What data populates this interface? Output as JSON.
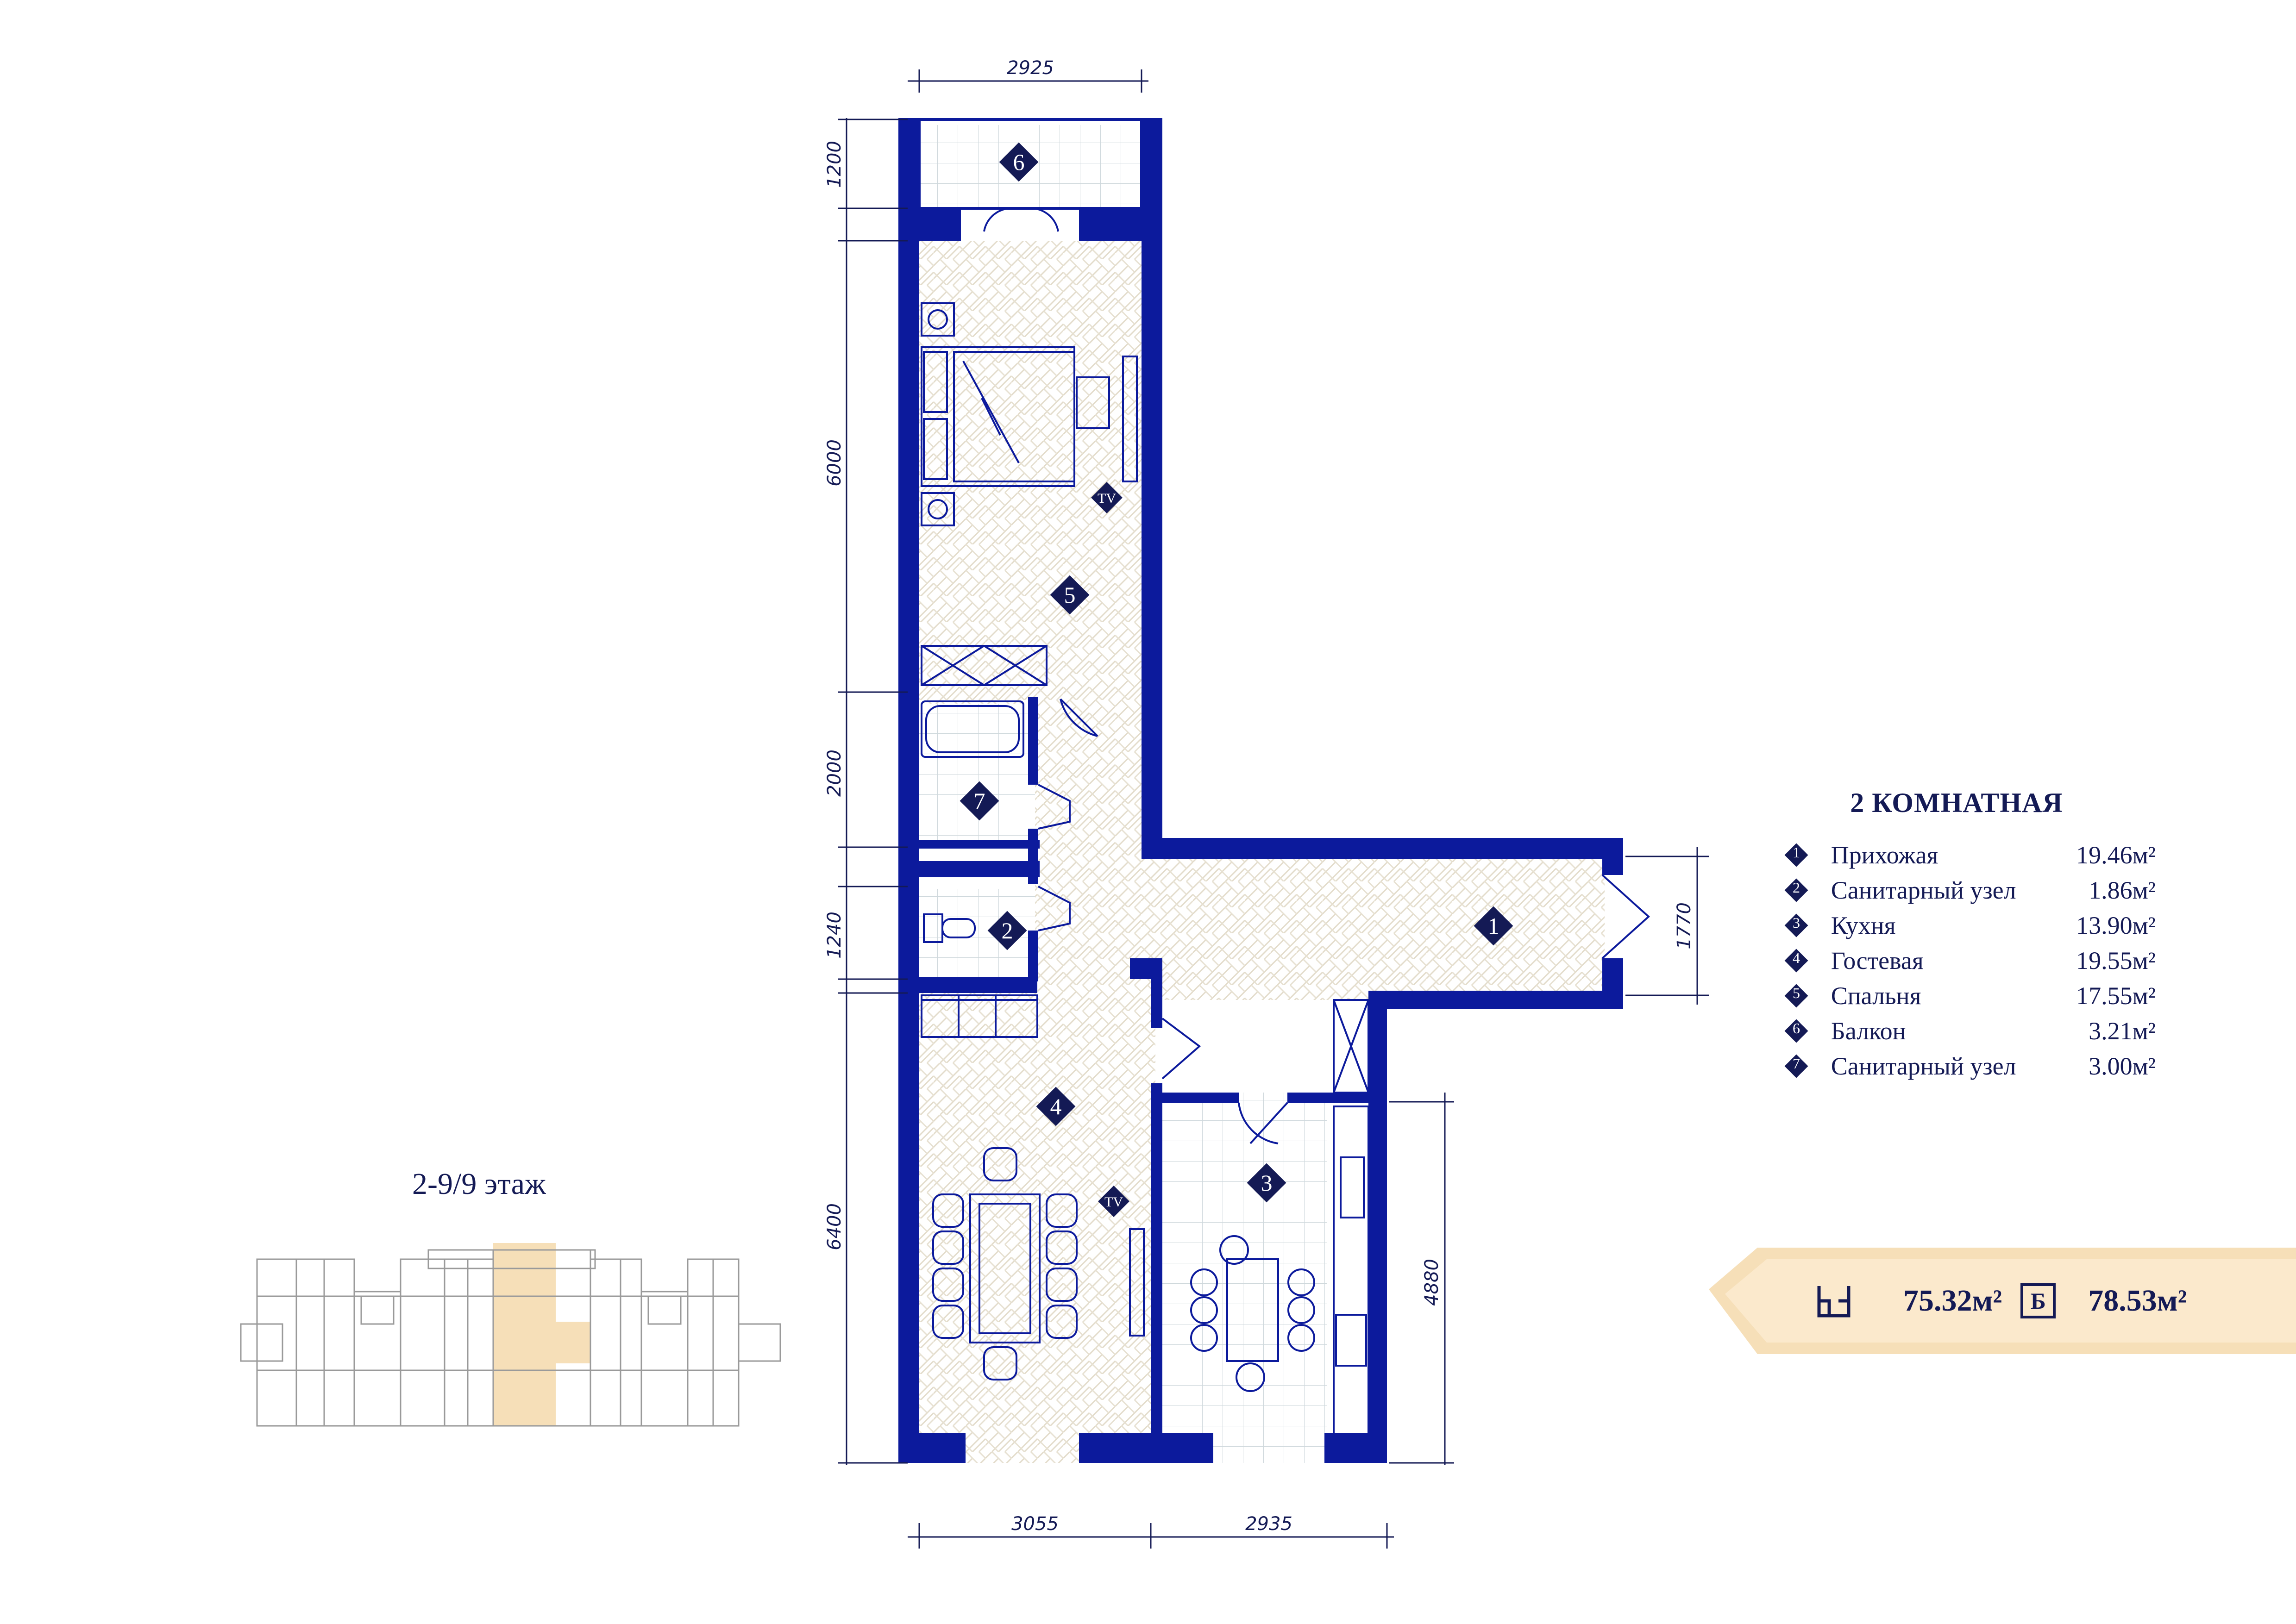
{
  "dimensions": {
    "top_width": "2925",
    "balcony_depth": "1200",
    "bedroom_length": "6000",
    "bath_length": "2000",
    "wc_length": "1240",
    "living_length": "6400",
    "entry_door_width": "1770",
    "kitchen_length": "4880",
    "living_width": "3055",
    "kitchen_width": "2935"
  },
  "rooms_on_plan": [
    {
      "id": "1",
      "label": "1"
    },
    {
      "id": "2",
      "label": "2"
    },
    {
      "id": "3",
      "label": "3"
    },
    {
      "id": "4",
      "label": "4"
    },
    {
      "id": "5",
      "label": "5"
    },
    {
      "id": "6",
      "label": "6"
    },
    {
      "id": "7",
      "label": "7"
    }
  ],
  "tv_label": "TV",
  "legend": {
    "title": "2 КОМНАТНАЯ",
    "items": [
      {
        "num": "1",
        "name": "Прихожая",
        "area": "19.46м²"
      },
      {
        "num": "2",
        "name": "Санитарный узел",
        "area": "1.86м²"
      },
      {
        "num": "3",
        "name": "Кухня",
        "area": "13.90м²"
      },
      {
        "num": "4",
        "name": "Гостевая",
        "area": "19.55м²"
      },
      {
        "num": "5",
        "name": "Спальня",
        "area": "17.55м²"
      },
      {
        "num": "6",
        "name": "Балкон",
        "area": "3.21м²"
      },
      {
        "num": "7",
        "name": "Санитарный узел",
        "area": "3.00м²"
      }
    ]
  },
  "floor_label": "2-9/9 этаж",
  "totals": {
    "living_area": "75.32м²",
    "total_label": "Б",
    "total_area": "78.53м²"
  },
  "colors": {
    "wall": "#0c1a9c",
    "text": "#141a55",
    "highlight": "#f6dfb8",
    "parquet": "#e3dccb"
  },
  "icons": [
    "apartment-plan-icon"
  ]
}
